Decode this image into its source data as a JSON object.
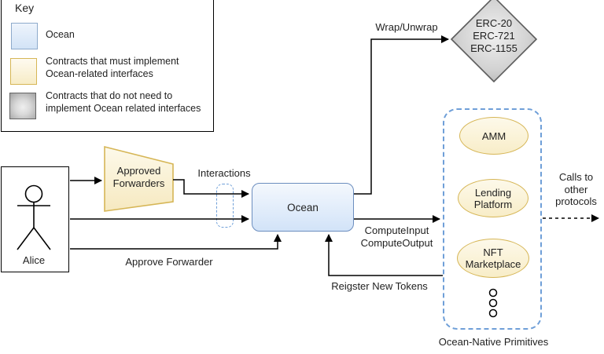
{
  "key": {
    "title": "Key",
    "items": [
      {
        "swatch": "ocean-blue",
        "line1": "Ocean",
        "line2": ""
      },
      {
        "swatch": "contracts-yellow",
        "line1": "Contracts that must implement",
        "line2": "Ocean-related interfaces"
      },
      {
        "swatch": "contracts-gray",
        "line1": "Contracts that do not need to",
        "line2": "implement Ocean related interfaces"
      }
    ]
  },
  "actor": {
    "name": "Alice"
  },
  "nodes": {
    "approved_forwarders": {
      "label": "Approved Forwarders"
    },
    "ocean": {
      "label": "Ocean"
    },
    "erc_diamond": {
      "lines": [
        "ERC-20",
        "ERC-721",
        "ERC-1155"
      ]
    },
    "primitives": {
      "title": "Ocean-Native Primitives",
      "items": [
        "AMM",
        "Lending Platform",
        "NFT Marketplace"
      ]
    }
  },
  "edges": {
    "wrap_unwrap": "Wrap/Unwrap",
    "interactions": "Interactions",
    "compute_input": "ComputeInput",
    "compute_output": "ComputeOutput",
    "approve_forwarder": "Approve Forwarder",
    "register_new_tokens": "Reigster New Tokens",
    "calls_to_other": {
      "lines": [
        "Calls to",
        "other",
        "protocols"
      ]
    }
  },
  "colors": {
    "node_blue_fill": "#dae8fc",
    "node_blue_stroke": "#6c8ebf",
    "node_yellow_fill": "#fff2cc",
    "node_yellow_stroke": "#d6b656",
    "node_gray_fill": "#b3b3b3",
    "node_gray_stroke": "#666666",
    "dashed_blue": "#6f9fd8",
    "connector": "#000000"
  }
}
